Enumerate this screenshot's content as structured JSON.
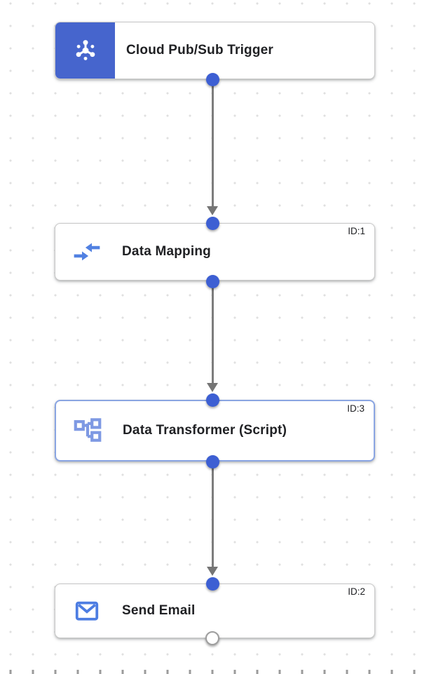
{
  "canvas": {
    "name": "integration-workflow-canvas"
  },
  "nodes": [
    {
      "label": "Cloud Pub/Sub Trigger",
      "id_label": "",
      "icon": "pubsub-trigger-icon",
      "kind": "trigger",
      "selected": false
    },
    {
      "label": "Data Mapping",
      "id_label": "ID:1",
      "icon": "data-mapping-icon",
      "kind": "task",
      "selected": false
    },
    {
      "label": "Data Transformer (Script)",
      "id_label": "ID:3",
      "icon": "data-transformer-icon",
      "kind": "task",
      "selected": true
    },
    {
      "label": "Send Email",
      "id_label": "ID:2",
      "icon": "send-email-icon",
      "kind": "task",
      "selected": false
    }
  ],
  "colors": {
    "tile_blue": "#4665cd",
    "port_blue": "#3d5fd3",
    "selected_border": "#8aa5e2",
    "connector_gray": "#757575",
    "icon_blue": "#5181e2",
    "transformer_icon_blue": "#7e99e3",
    "title_text": "#202124",
    "grid_dot": "#e0e0e0"
  }
}
